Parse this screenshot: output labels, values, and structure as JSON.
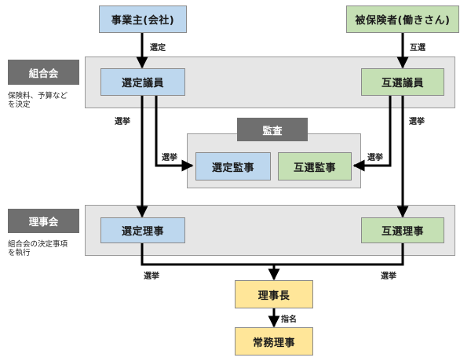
{
  "top_nodes": {
    "employer": "事業主(会社)",
    "insured": "被保険者(働きさん)"
  },
  "assembly": {
    "tag": "組合会",
    "note_line1": "保険料、予算など",
    "note_line2": "を決定",
    "selected_member": "選定議員",
    "elected_member": "互選議員"
  },
  "audit": {
    "tag": "監査",
    "selected_auditor": "選定監事",
    "elected_auditor": "互選監事"
  },
  "board": {
    "tag": "理事会",
    "note_line1": "組合会の決定事項",
    "note_line2": "を執行",
    "selected_director": "選定理事",
    "elected_director": "互選理事"
  },
  "chief": "理事長",
  "managing_director": "常務理事",
  "edge_labels": {
    "selection": "選定",
    "mutual_election": "互選",
    "election_left_member": "選挙",
    "election_right_member": "選挙",
    "election_left_audit": "選挙",
    "election_right_audit": "選挙",
    "election_left_chief": "選挙",
    "election_right_chief": "選挙",
    "appointment": "指名"
  },
  "colors": {
    "blue": "#bdd7ee",
    "green": "#c5e0b4",
    "yellow": "#ffe699",
    "panel": "#e6e6e6",
    "tag": "#6f6f6f",
    "line": "#000000"
  }
}
